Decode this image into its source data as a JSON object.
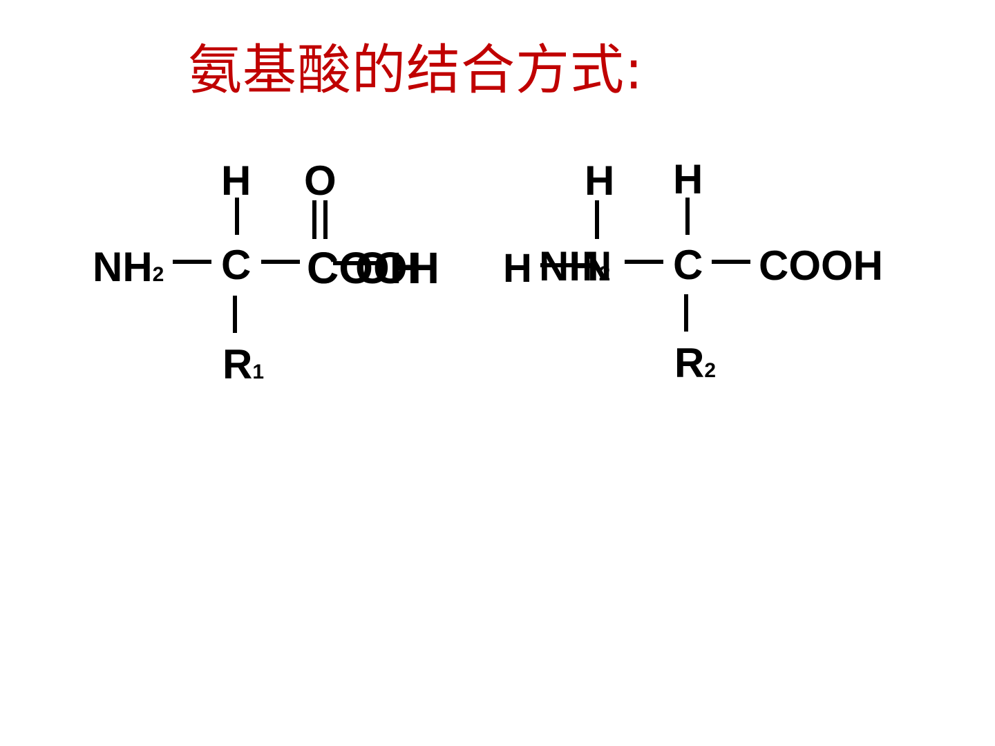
{
  "title": "氨基酸的结合方式:",
  "molecule1": {
    "h_top": "H",
    "o_top": "O",
    "nh": "NH",
    "nh_sub": "2",
    "alpha_c": "C",
    "cooh": "COOH",
    "carbonyl_c": "C",
    "oh": "OH",
    "r": "R",
    "r_sub": "1"
  },
  "molecule2": {
    "h_top_n": "H",
    "h_top_c": "H",
    "h_left": "H",
    "nh": "NH",
    "nh_sub": "2",
    "n_overlay": "N",
    "alpha_c": "C",
    "cooh": "COOH",
    "r": "R",
    "r_sub": "2"
  }
}
